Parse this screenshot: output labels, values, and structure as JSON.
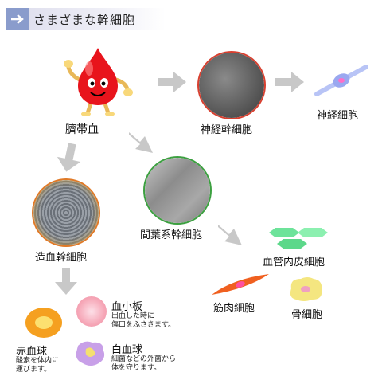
{
  "header": {
    "title": "さまざまな幹細胞"
  },
  "nodes": {
    "cord_blood": "臍帯血",
    "neural_stem": "神経幹細胞",
    "neuron": "神経細胞",
    "hematopoietic_stem": "造血幹細胞",
    "mesenchymal_stem": "間葉系幹細胞",
    "endothelial": "血管内皮細胞",
    "muscle": "筋肉細胞",
    "bone": "骨細胞"
  },
  "blood_cells": {
    "platelet": {
      "name": "血小板",
      "desc_1": "出血した時に",
      "desc_2": "傷口をふさきます。"
    },
    "red": {
      "name": "赤血球",
      "desc_1": "酸素を体内に",
      "desc_2": "運びます。"
    },
    "white": {
      "name": "白血球",
      "desc_1": "細菌などの外菌から",
      "desc_2": "体を守ります。"
    }
  },
  "colors": {
    "arrow": "#c8c8c8",
    "header_arrow_bg": "#8a9ccc",
    "blood_drop": "#e8141c",
    "ring_red": "#d84030",
    "ring_green": "#3ca040",
    "ring_orange": "#e07a28",
    "endothelial": "#6de39a",
    "muscle": "#f06020",
    "bone": "#f4e680",
    "neuron": "#9aa8f0",
    "platelet": "#f6a8b8",
    "red_blood": "#f5a020",
    "white_blood": "#c8a0e8"
  },
  "icons": [
    "arrow-right-icon",
    "blood-drop-mascot-icon"
  ]
}
